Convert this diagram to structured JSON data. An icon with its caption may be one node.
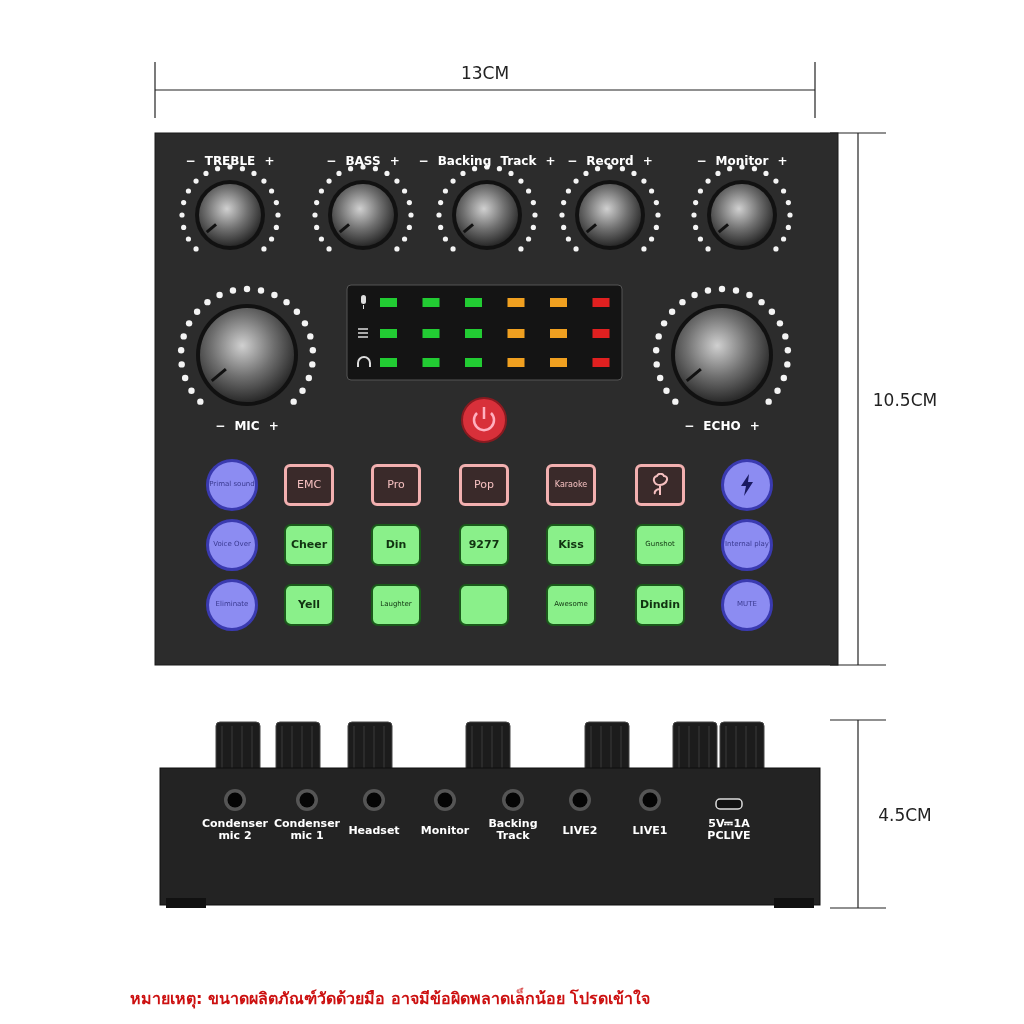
{
  "diagram": {
    "caption": "หมายเหตุ: ขนาดผลิตภัณฑ์วัดด้วยมือ อาจมีข้อผิดพลาดเล็กน้อย โปรดเข้าใจ",
    "nodes": [
      {
        "text": [
          "Primal sound"
        ]
      },
      {
        "text": [
          "EMC"
        ]
      },
      {
        "text": [
          "Pro"
        ]
      },
      {
        "text": [
          "Pop"
        ]
      },
      {
        "text": [
          "Karaoke"
        ]
      },
      {
        "text": [],
        "shape": "box"
      },
      {
        "text": [],
        "shape": "circle"
      },
      {
        "text": [
          "Voice Over"
        ]
      },
      {
        "text": [
          "Cheer"
        ]
      },
      {
        "text": [
          "Din"
        ]
      },
      {
        "text": [
          "9277"
        ]
      },
      {
        "text": [
          "Kiss"
        ]
      },
      {
        "text": [
          "Gunshot"
        ]
      },
      {
        "text": [
          "Internal play"
        ]
      },
      {
        "text": [
          "Eliminate"
        ]
      },
      {
        "text": [
          "Yell"
        ]
      },
      {
        "text": [
          "Laughter"
        ]
      },
      {
        "text": [],
        "shape": "box"
      },
      {
        "text": [
          "Awesome"
        ]
      },
      {
        "text": [
          "Dindin"
        ]
      },
      {
        "text": [
          "MUTE"
        ]
      }
    ],
    "edges": [],
    "labels": [
      "13CM",
      "− TREBLE +",
      "− BASS +",
      "− Backing Track +",
      "− Record +",
      "− Monitor +",
      "10.5CM",
      "− MIC +",
      "− ECHO +",
      "Condenser mic 2",
      "Condenser mic 1",
      "Headset",
      "Monitor",
      "Backing Track",
      "LIVE2",
      "LIVE1",
      "5V⎓1A PCLIVE",
      "4.5CM"
    ]
  }
}
